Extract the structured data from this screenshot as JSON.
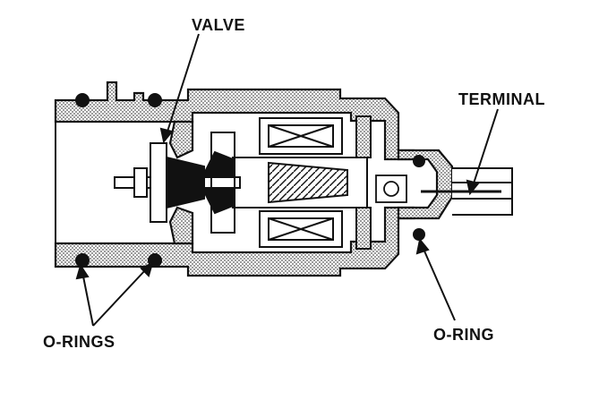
{
  "labels": {
    "valve": "VALVE",
    "terminal": "TERMINAL",
    "o_rings": "O-RINGS",
    "o_ring": "O-RING"
  },
  "colors": {
    "ink": "#111111",
    "hatch": "#7a7a7a",
    "background": "#ffffff"
  }
}
